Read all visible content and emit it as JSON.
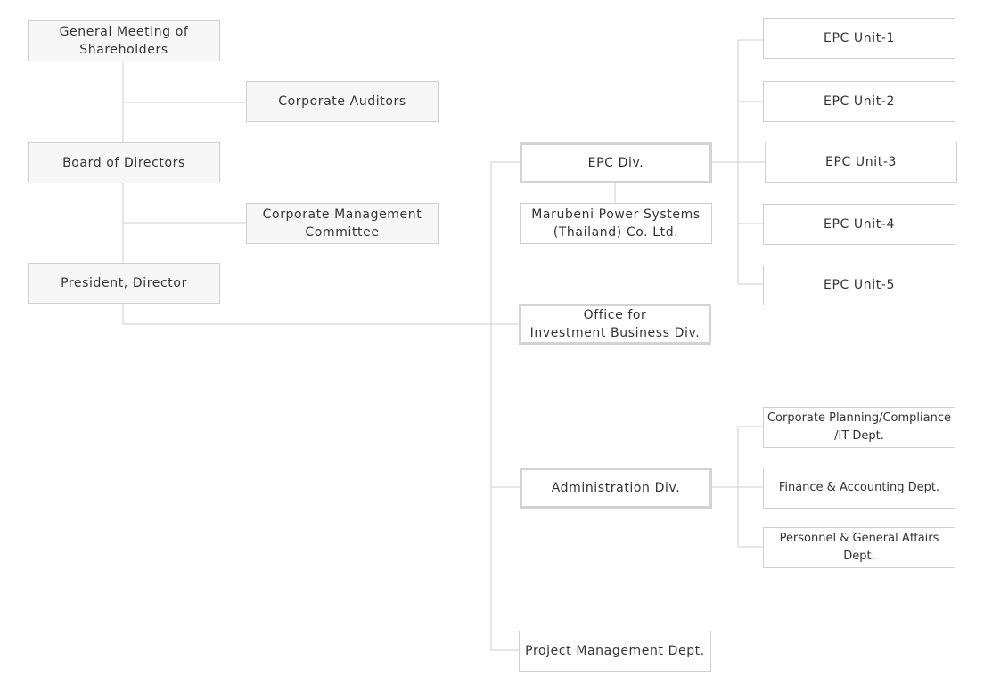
{
  "governance": {
    "shareholders": "General Meeting of\nShareholders",
    "auditors": "Corporate Auditors",
    "board": "Board of Directors",
    "management_committee": "Corporate Management\nCommittee",
    "president": "President, Director"
  },
  "divisions": {
    "epc_div": "EPC Div.",
    "marubeni_thailand": "Marubeni Power Systems\n(Thailand) Co. Ltd.",
    "investment_office": "Office for\nInvestment Business Div.",
    "administration_div": "Administration Div.",
    "project_management": "Project Management Dept."
  },
  "epc_units": [
    "EPC Unit-1",
    "EPC Unit-2",
    "EPC Unit-3",
    "EPC Unit-4",
    "EPC Unit-5"
  ],
  "admin_depts": [
    "Corporate Planning/Compliance\n/IT Dept.",
    "Finance & Accounting Dept.",
    "Personnel & General Affairs Dept."
  ]
}
